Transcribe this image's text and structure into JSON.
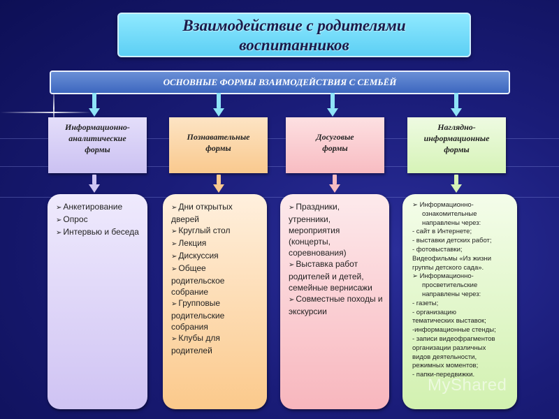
{
  "title": {
    "line1": "Взаимодействие с родителями",
    "line2": "воспитанников"
  },
  "main_bar": {
    "label": "ОСНОВНЫЕ ФОРМЫ ВЗАИМОДЕЙСТВИЯ С СЕМЬЁЙ"
  },
  "categories": [
    {
      "lines": [
        "Информационно-",
        "аналитические",
        "формы"
      ],
      "color": "#d8d0f6",
      "items": [
        "Анкетирование",
        "Опрос",
        "Интервью и беседа"
      ]
    },
    {
      "lines": [
        "Познавательные",
        "формы"
      ],
      "color": "#fcd9ac",
      "items": [
        "Дни открытых дверей",
        "Круглый стол",
        "Лекция",
        "Дискуссия",
        "Общее родительское собрание",
        "Групповые родительские собрания",
        "Клубы для родителей"
      ]
    },
    {
      "lines": [
        "Досуговые",
        "формы"
      ],
      "color": "#fbcfd3",
      "items": [
        "Праздники, утренники, мероприятия (концерты, соревнования)",
        "Выставка работ родителей и детей, семейные вернисажи",
        "Совместные походы и экскурсии"
      ]
    },
    {
      "lines": [
        "Наглядно-",
        "информационные",
        "формы"
      ],
      "color": "#e4f8cf",
      "items": [
        "➢ Информационно-",
        "ознакомительные",
        "направлены через:",
        "- сайт в Интернете;",
        "- выставки детских работ;",
        "- фотовыставки;",
        "Видеофильмы «Из жизни",
        "группы детского сада».",
        "➢ Информационно-",
        "просветительские",
        "направлены через:",
        "- газеты;",
        "- организацию",
        "тематических выставок;",
        "-информационные стенды;",
        "- записи видеофрагментов",
        "организации различных",
        "видов деятельности,",
        "режимных моментов;",
        "- папки-передвижки."
      ]
    }
  ],
  "watermark": "MyShared",
  "colors": {
    "background": "#1a1c78",
    "title_box": "#6fdcf8",
    "main_bar": "#4f78c9",
    "arrow": "#8fe4f7"
  }
}
